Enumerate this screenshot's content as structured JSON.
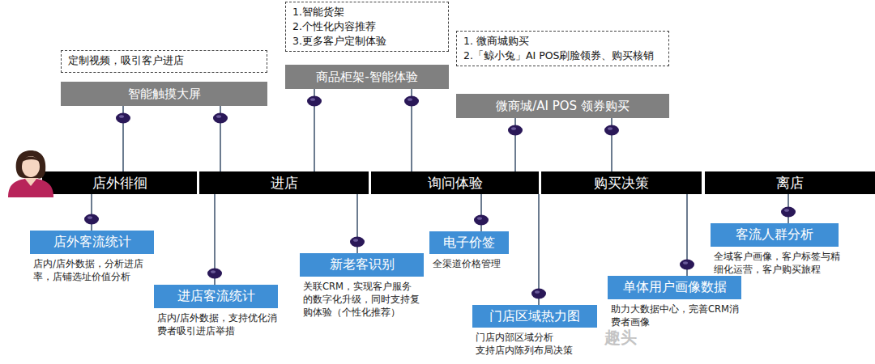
{
  "diagram": {
    "nodes": [
      {
        "text": [
          "定制视频，吸引客户进店"
        ]
      },
      {
        "text": [
          "智能触摸大屏"
        ]
      },
      {
        "text": [
          "1.智能货架",
          "2.个性化内容推荐",
          "3.更多客户定制体验"
        ]
      },
      {
        "text": [
          "商品柜架-智能体验"
        ]
      },
      {
        "text": [
          "1. 微商城购买",
          "2.「鲸小兔」AI POS刷脸领券、购买核销"
        ]
      },
      {
        "text": [
          "微商城/AI POS 领券购买"
        ]
      },
      {
        "text": [
          "店外徘徊"
        ]
      },
      {
        "text": [
          "进店"
        ]
      },
      {
        "text": [
          "询问体验"
        ]
      },
      {
        "text": [
          "购买决策"
        ]
      },
      {
        "text": [
          "离店"
        ]
      },
      {
        "text": [
          "店外客流统计",
          "店内/店外数据，分析进店率，店铺选址价值分析"
        ]
      },
      {
        "text": [
          "进店客流统计",
          "店内/店外数据，支持优化消费者吸引进店举措"
        ]
      },
      {
        "text": [
          "新老客识别",
          "关联CRM，实现客户服务的数字化升级，同时支持复购体验（个性化推荐）"
        ]
      },
      {
        "text": [
          "电子价签",
          "全渠道价格管理"
        ]
      },
      {
        "text": [
          "门店区域热力图",
          "门店内部区域分析",
          "支持店内陈列布局决策"
        ]
      },
      {
        "text": [
          "单体用户画像数据",
          "助力大数据中心，完善CRM消费者画像"
        ]
      },
      {
        "text": [
          "客流人群分析",
          "全域客户画像，客户标签与精细化运营，客户购买旅程"
        ]
      }
    ],
    "edges": [
      {
        "from": 6,
        "to": 1,
        "arrow": "none"
      },
      {
        "from": 7,
        "to": 1,
        "arrow": "none"
      },
      {
        "from": 7,
        "to": 3,
        "arrow": "none"
      },
      {
        "from": 8,
        "to": 3,
        "arrow": "none"
      },
      {
        "from": 8,
        "to": 5,
        "arrow": "none"
      },
      {
        "from": 9,
        "to": 5,
        "arrow": "none"
      },
      {
        "from": 6,
        "to": 11,
        "arrow": "none"
      },
      {
        "from": 7,
        "to": 12,
        "arrow": "none"
      },
      {
        "from": 7,
        "to": 13,
        "arrow": "none"
      },
      {
        "from": 8,
        "to": 14,
        "arrow": "none"
      },
      {
        "from": 8,
        "to": 15,
        "arrow": "none"
      },
      {
        "from": 9,
        "to": 16,
        "arrow": "none"
      },
      {
        "from": 10,
        "to": 17,
        "arrow": "none"
      }
    ],
    "labels": [
      "趣头"
    ]
  }
}
